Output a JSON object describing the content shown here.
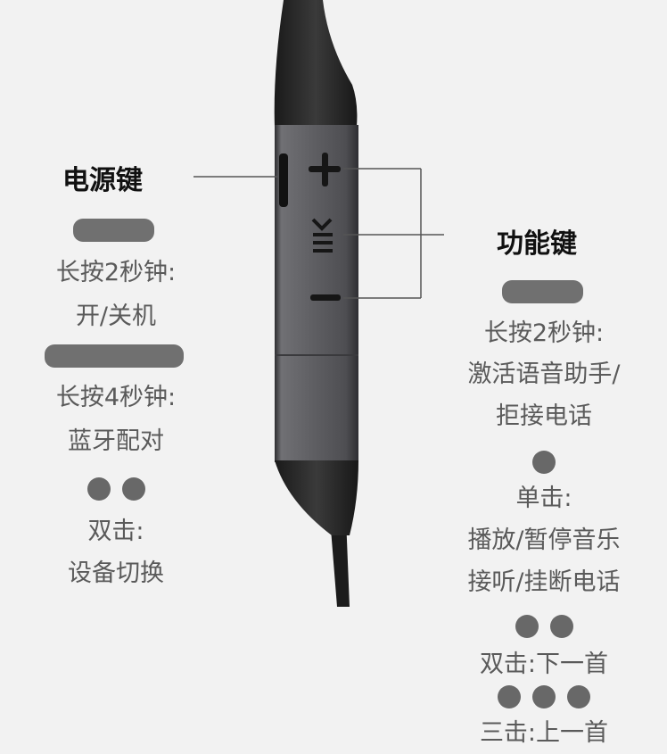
{
  "power_key": {
    "title": "电源键",
    "long_press_2s": {
      "line1": "长按2秒钟:",
      "line2": "开/关机"
    },
    "long_press_4s": {
      "line1": "长按4秒钟:",
      "line2": "蓝牙配对"
    },
    "double_click": {
      "line1": "双击:",
      "line2": "设备切换"
    }
  },
  "function_key": {
    "title": "功能键",
    "long_press_2s": {
      "line1": "长按2秒钟:",
      "line2": "激活语音助手/",
      "line3": "拒接电话"
    },
    "single_click": {
      "line1": "单击:",
      "line2": "播放/暂停音乐",
      "line3": "接听/挂断电话"
    },
    "double_click": {
      "line1": "双击:下一首"
    },
    "triple_click": {
      "line1": "三击:上一首"
    }
  },
  "remote_buttons": [
    "plus-button",
    "multifunction-button",
    "minus-button"
  ],
  "colors": {
    "background": "#f2f2f2",
    "indicator": "#6b6b6b",
    "remote_body": "#5b5b5f",
    "cable": "#1c1c1c"
  }
}
